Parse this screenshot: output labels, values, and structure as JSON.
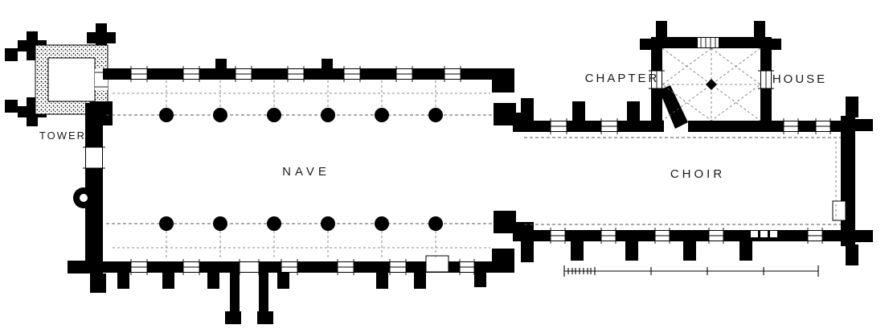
{
  "plan": {
    "labels": {
      "tower": "TOWER",
      "nave": "NAVE",
      "choir": "CHOIR",
      "chapter": "CHAPTER",
      "house": "HOUSE"
    },
    "colors": {
      "ink": "#000000",
      "paper": "#ffffff"
    }
  }
}
